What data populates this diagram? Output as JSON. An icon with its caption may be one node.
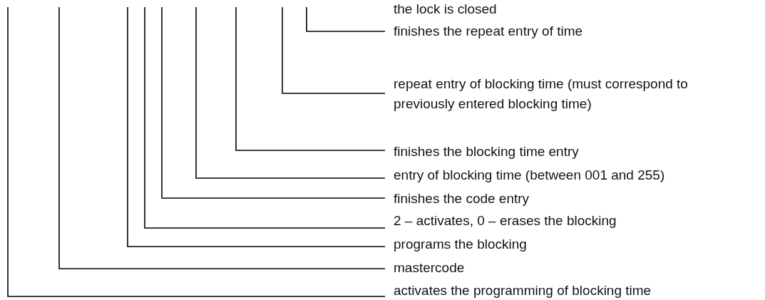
{
  "diagram": {
    "nodes": [
      {
        "text": [
          "the lock is closed"
        ]
      },
      {
        "text": [
          "finishes the repeat entry of time"
        ]
      },
      {
        "text": [
          "repeat entry of blocking time (must correspond to previously entered blocking time)"
        ]
      },
      {
        "text": [
          "finishes the blocking time entry"
        ]
      },
      {
        "text": [
          "entry of blocking time (between 001 and 255)"
        ]
      },
      {
        "text": [
          "finishes the code entry"
        ]
      },
      {
        "text": [
          "2 – activates, 0 – erases the blocking"
        ]
      },
      {
        "text": [
          "programs the blocking"
        ]
      },
      {
        "text": [
          "mastercode"
        ]
      },
      {
        "text": [
          "activates the programming of blocking time"
        ]
      }
    ],
    "edges": [
      {
        "from": 1,
        "to": null,
        "arrow": "none"
      },
      {
        "from": 2,
        "to": null,
        "arrow": "none"
      },
      {
        "from": 3,
        "to": null,
        "arrow": "none"
      },
      {
        "from": 4,
        "to": null,
        "arrow": "none"
      },
      {
        "from": 5,
        "to": null,
        "arrow": "none"
      },
      {
        "from": 6,
        "to": null,
        "arrow": "none"
      },
      {
        "from": 7,
        "to": null,
        "arrow": "none"
      },
      {
        "from": 8,
        "to": null,
        "arrow": "none"
      },
      {
        "from": 9,
        "to": null,
        "arrow": "none"
      }
    ]
  }
}
